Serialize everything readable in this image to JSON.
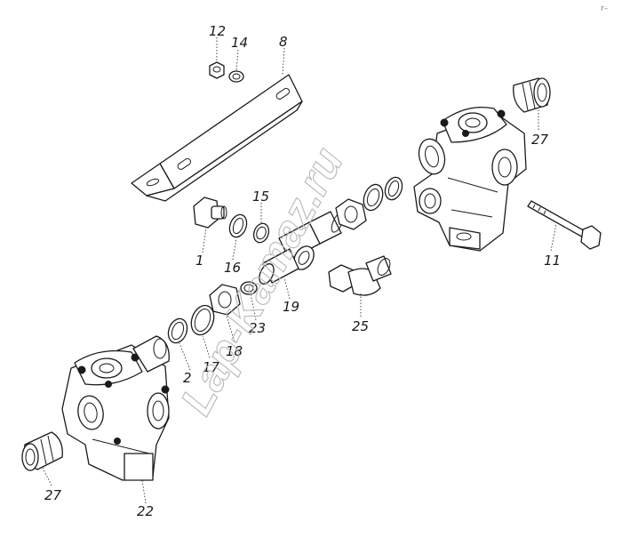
{
  "watermark": "Lap-Kamaz.ru",
  "corner_mark": "r–",
  "callouts": {
    "p1": "1",
    "p2": "2",
    "p8": "8",
    "p11": "11",
    "p12": "12",
    "p14": "14",
    "p15": "15",
    "p16": "16",
    "p17": "17",
    "p18": "18",
    "p19": "19",
    "p22": "22",
    "p23": "23",
    "p25": "25",
    "p27_top": "27",
    "p27_bottom": "27"
  },
  "colors": {
    "line": "#1a1a1a",
    "background": "#ffffff",
    "watermark": "#b8b8b8"
  }
}
